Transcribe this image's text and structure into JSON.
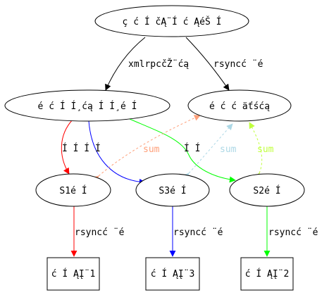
{
  "nodes": {
    "top": {
      "label": "ç  ć  Í  čĄ¨Í  ć ĄéŠ Í"
    },
    "left": {
      "label": "é  ć  Í  Í¸ćą Í  Í¸é  Í"
    },
    "right": {
      "label": "é  ć  ć  äťśćą"
    },
    "s1": {
      "label": "S1é  Í"
    },
    "s3": {
      "label": "S3é  Í"
    },
    "s2": {
      "label": "S2é  Í"
    },
    "box1": {
      "label": "ć  Í ĄĮ¨1"
    },
    "box3": {
      "label": "ć  Í ĄĮ¨3"
    },
    "box2": {
      "label": "ć  Í ĄĮ¨2"
    }
  },
  "edges": {
    "top_left": {
      "label": "xmlrpcčŽ¨ćą"
    },
    "top_right": {
      "label": "rsyncć ¨é"
    },
    "s1_box": {
      "label": "rsyncć ¨é"
    },
    "s3_box": {
      "label": "rsyncć ¨é"
    },
    "s2_box": {
      "label": "rsyncć ¨é"
    },
    "sum_salmon": {
      "label": "sum"
    },
    "sum_blue": {
      "label": "sum"
    },
    "sum_green": {
      "label": "sum"
    }
  },
  "mid_labels": {
    "row": "Í  Í  Í  Í",
    "right": "Í  Í"
  },
  "colors": {
    "red": "#ff0000",
    "blue": "#0000ff",
    "green": "#00ff00",
    "salmon": "#ffa07a",
    "lightblue": "#add8e6",
    "lime": "#c0ff3e",
    "black": "#000000"
  }
}
